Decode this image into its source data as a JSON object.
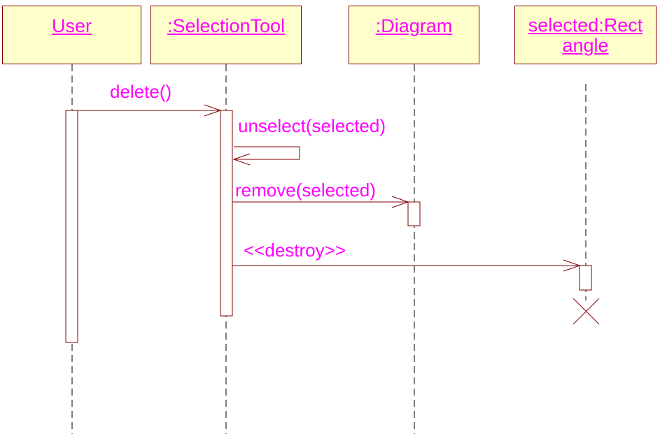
{
  "participants": {
    "user": {
      "line1": "User"
    },
    "selection_tool": {
      "line1": ":SelectionTool"
    },
    "diagram": {
      "line1": ":Diagram"
    },
    "rectangle": {
      "line1": "selected:Rect",
      "line2": "angle"
    }
  },
  "messages": {
    "delete": "delete()",
    "unselect": "unselect(selected)",
    "remove": "remove(selected)",
    "destroy": "<<destroy>>"
  },
  "colors": {
    "text": "#ff00ff",
    "line": "#800000",
    "box_fill": "#ffffcc"
  }
}
